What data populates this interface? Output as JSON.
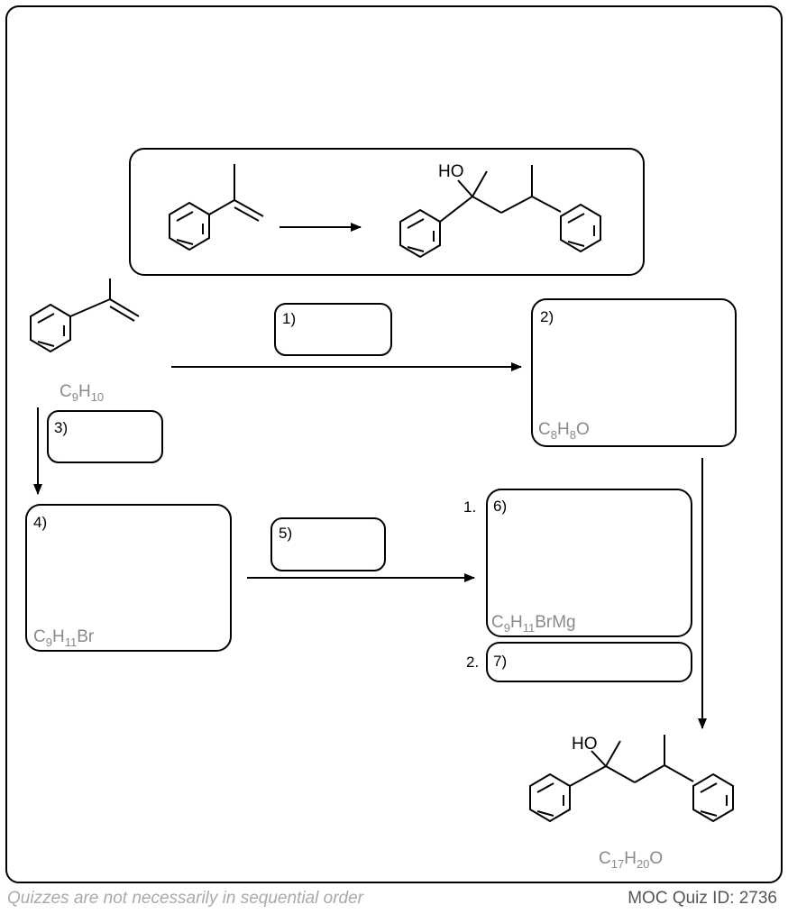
{
  "scheme": {
    "box_labels": {
      "step1": "1)",
      "step2": "2)",
      "step3": "3)",
      "step4": "4)",
      "step5": "5)",
      "step6": "6)",
      "step7": "7)"
    },
    "step_order": {
      "first": "1.",
      "second": "2."
    },
    "formulas": {
      "start": {
        "base": "C",
        "s1": "9",
        "mid": "H",
        "s2": "10",
        "tail": ""
      },
      "box2": {
        "base": "C",
        "s1": "8",
        "mid": "H",
        "s2": "8",
        "tail": "O"
      },
      "box4": {
        "base": "C",
        "s1": "9",
        "mid": "H",
        "s2": "11",
        "tail": "Br"
      },
      "box6": {
        "base": "C",
        "s1": "9",
        "mid": "H",
        "s2": "11",
        "tail": "BrMg"
      },
      "product": {
        "base": "C",
        "s1": "17",
        "mid": "H",
        "s2": "20",
        "tail": "O"
      }
    },
    "atom_labels": {
      "summary_ho": "HO",
      "product_ho": "HO"
    }
  },
  "footer": {
    "note": "Quizzes are not necessarily in sequential order",
    "quiz_id": "MOC Quiz ID: 2736"
  }
}
